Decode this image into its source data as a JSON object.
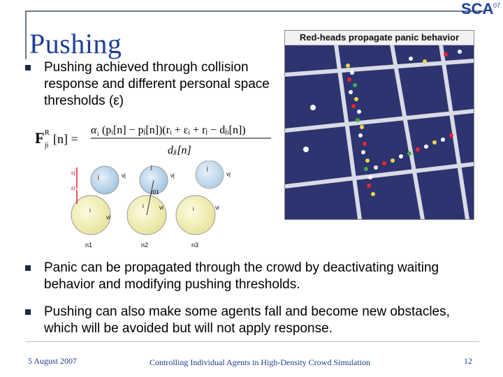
{
  "slide": {
    "title": "Pushing",
    "bullets": [
      "Pushing achieved through collision response and different personal space thresholds (ε)",
      "Panic can be propagated through the crowd by deactivating waiting behavior and modifying pushing thresholds.",
      "Pushing can also make some agents fall and become new obstacles, which will be avoided but will not apply response."
    ],
    "screenshot_caption": "Red-heads propagate panic behavior",
    "formula": {
      "lhs": "F",
      "lhs_sup": "R",
      "lhs_sub": "ji",
      "lhs_arg": "[n] =",
      "alpha": "α",
      "alpha_sub": "i",
      "numerator": "(pᵢ[n] − pⱼ[n])(rᵢ + εᵢ + rⱼ − dⱼᵢ[n])",
      "denominator": "dⱼᵢ[n]"
    },
    "figure": {
      "labels": {
        "eps_j": "εj",
        "eps_i": "εi",
        "j": "j",
        "i": "i",
        "vj": "vj",
        "vi": "vi",
        "r01": "r01",
        "n1": "n1",
        "n2": "n2",
        "n3": "n3"
      }
    },
    "logo_text": "SCA",
    "logo_year": "07"
  },
  "footer": {
    "date": "5 August 2007",
    "title": "Controlling Individual Agents in High-Density Crowd Simulation",
    "page": "12"
  },
  "colors": {
    "title": "#1f3f99",
    "bullet_mark": "#1c2a44",
    "floor": "#2d3470",
    "wall": "#d9dbe6",
    "agent_i": "#f3f0b5",
    "agent_j": "#bcd6ea"
  }
}
